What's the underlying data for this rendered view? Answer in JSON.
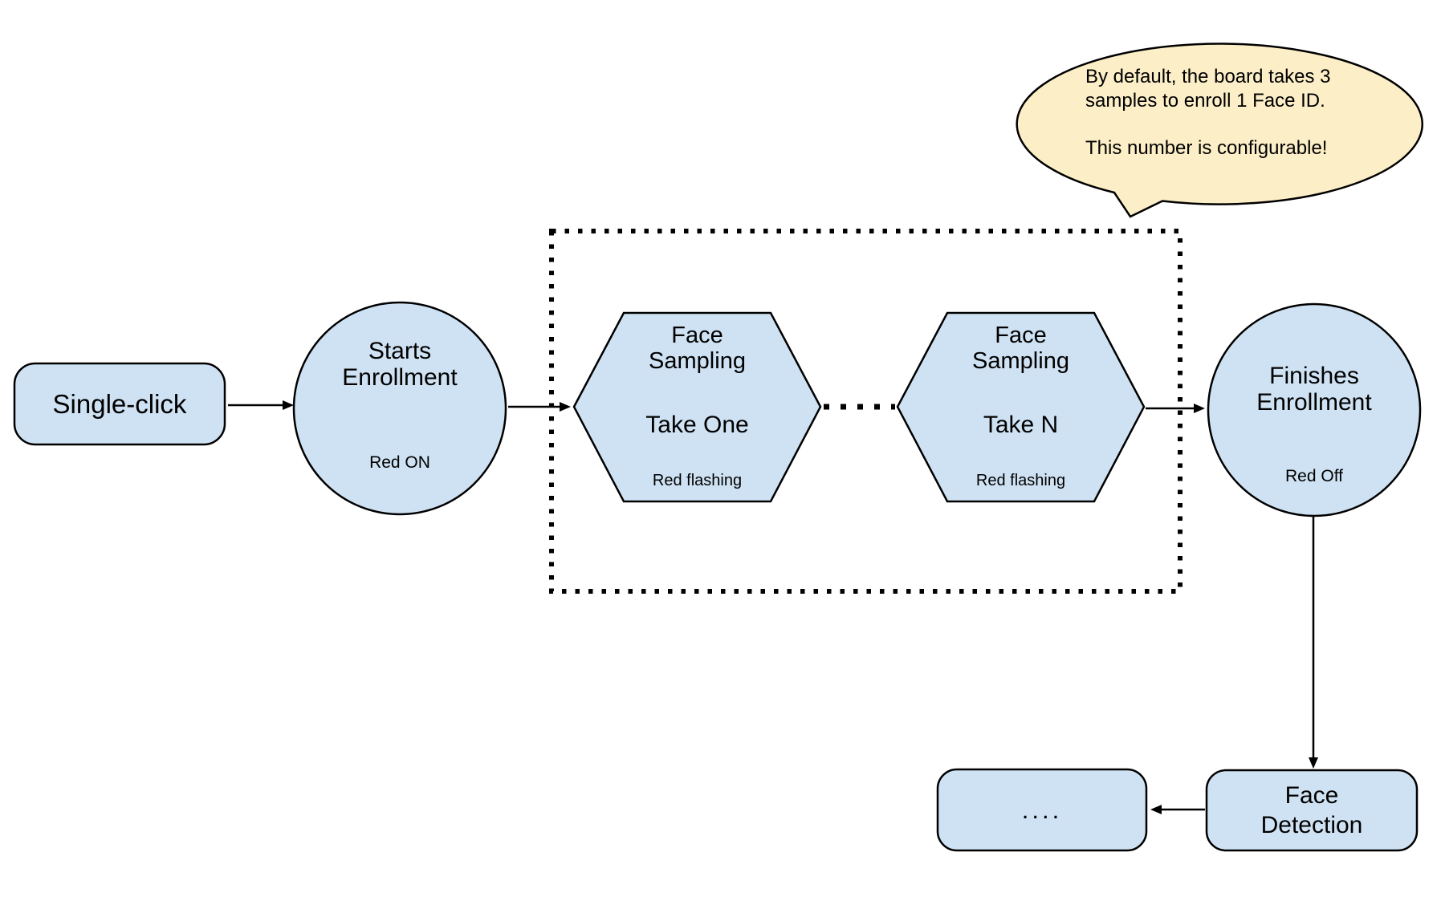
{
  "diagram": {
    "colors": {
      "background": "#ffffff",
      "node_fill": "#cfe2f3",
      "stroke": "#000000",
      "callout_fill": "#fceec7"
    },
    "callout": {
      "line1": "By default, the board takes 3",
      "line2": "samples to enroll 1 Face ID.",
      "line3": "This number is configurable!"
    },
    "nodes": {
      "single_click": {
        "label": "Single-click"
      },
      "starts_enrollment": {
        "title_line1": "Starts",
        "title_line2": "Enrollment",
        "status": "Red ON"
      },
      "take_one": {
        "title_line1": "Face",
        "title_line2": "Sampling",
        "take_label": "Take One",
        "status": "Red flashing"
      },
      "take_n": {
        "title_line1": "Face",
        "title_line2": "Sampling",
        "take_label": "Take N",
        "status": "Red flashing"
      },
      "finishes_enrollment": {
        "title_line1": "Finishes",
        "title_line2": "Enrollment",
        "status": "Red Off"
      },
      "face_detection": {
        "title_line1": "Face",
        "title_line2": "Detection"
      },
      "ellipsis": {
        "label": "...."
      }
    }
  }
}
